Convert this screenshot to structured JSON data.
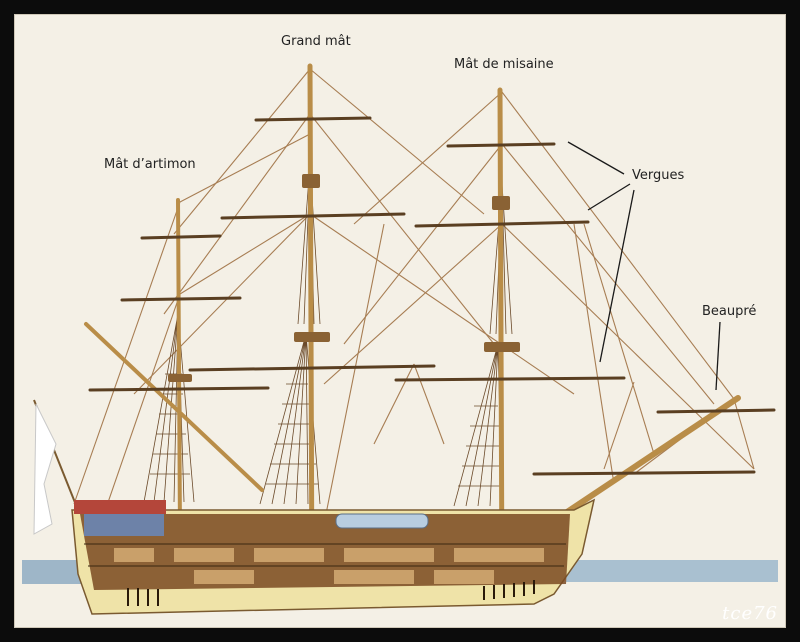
{
  "labels": {
    "grand_mat": "Grand mât",
    "mat_misaine": "Mât de misaine",
    "mat_artimon": "Mât d’artimon",
    "vergues": "Vergues",
    "beaupre": "Beaupré"
  },
  "signature": "tce76",
  "colors": {
    "background": "#f4f0e6",
    "wood": "#c79a52",
    "rope": "#9a6a3a",
    "hull": "#efe3a8",
    "sea": "#9eb6c8"
  }
}
